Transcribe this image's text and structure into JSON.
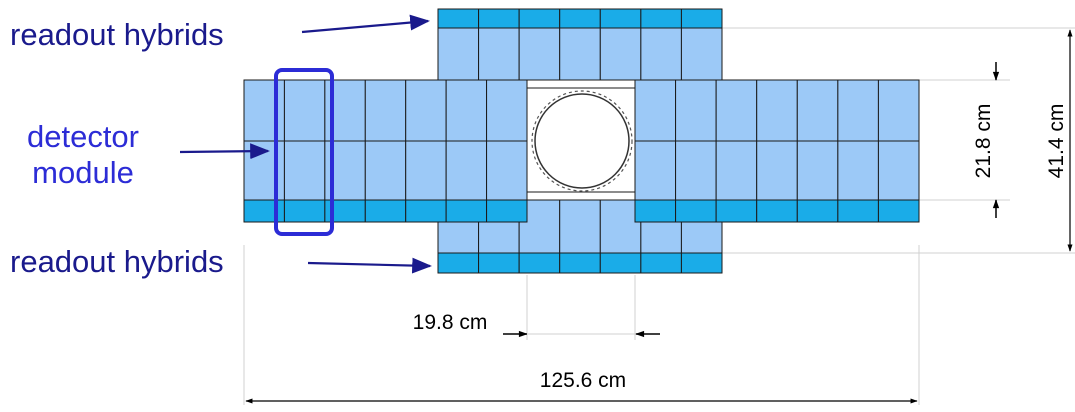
{
  "labels": {
    "readout_top": "readout hybrids",
    "readout_bottom": "readout hybrids",
    "detector_line1": "detector",
    "detector_line2": "module"
  },
  "dimensions": {
    "inner_gap": "19.8 cm",
    "total_width": "125.6 cm",
    "inner_height": "21.8 cm",
    "total_height": "41.4 cm"
  },
  "colors": {
    "module_fill": "#9cc9f7",
    "hybrid_fill": "#1aace8",
    "outline": "#1a1a1a",
    "label_dark_blue": "#1a1a8c",
    "highlight_blue": "#2c2cd6",
    "arrow_blue": "#1a1a8c",
    "dim_line": "#c8c8c8"
  }
}
